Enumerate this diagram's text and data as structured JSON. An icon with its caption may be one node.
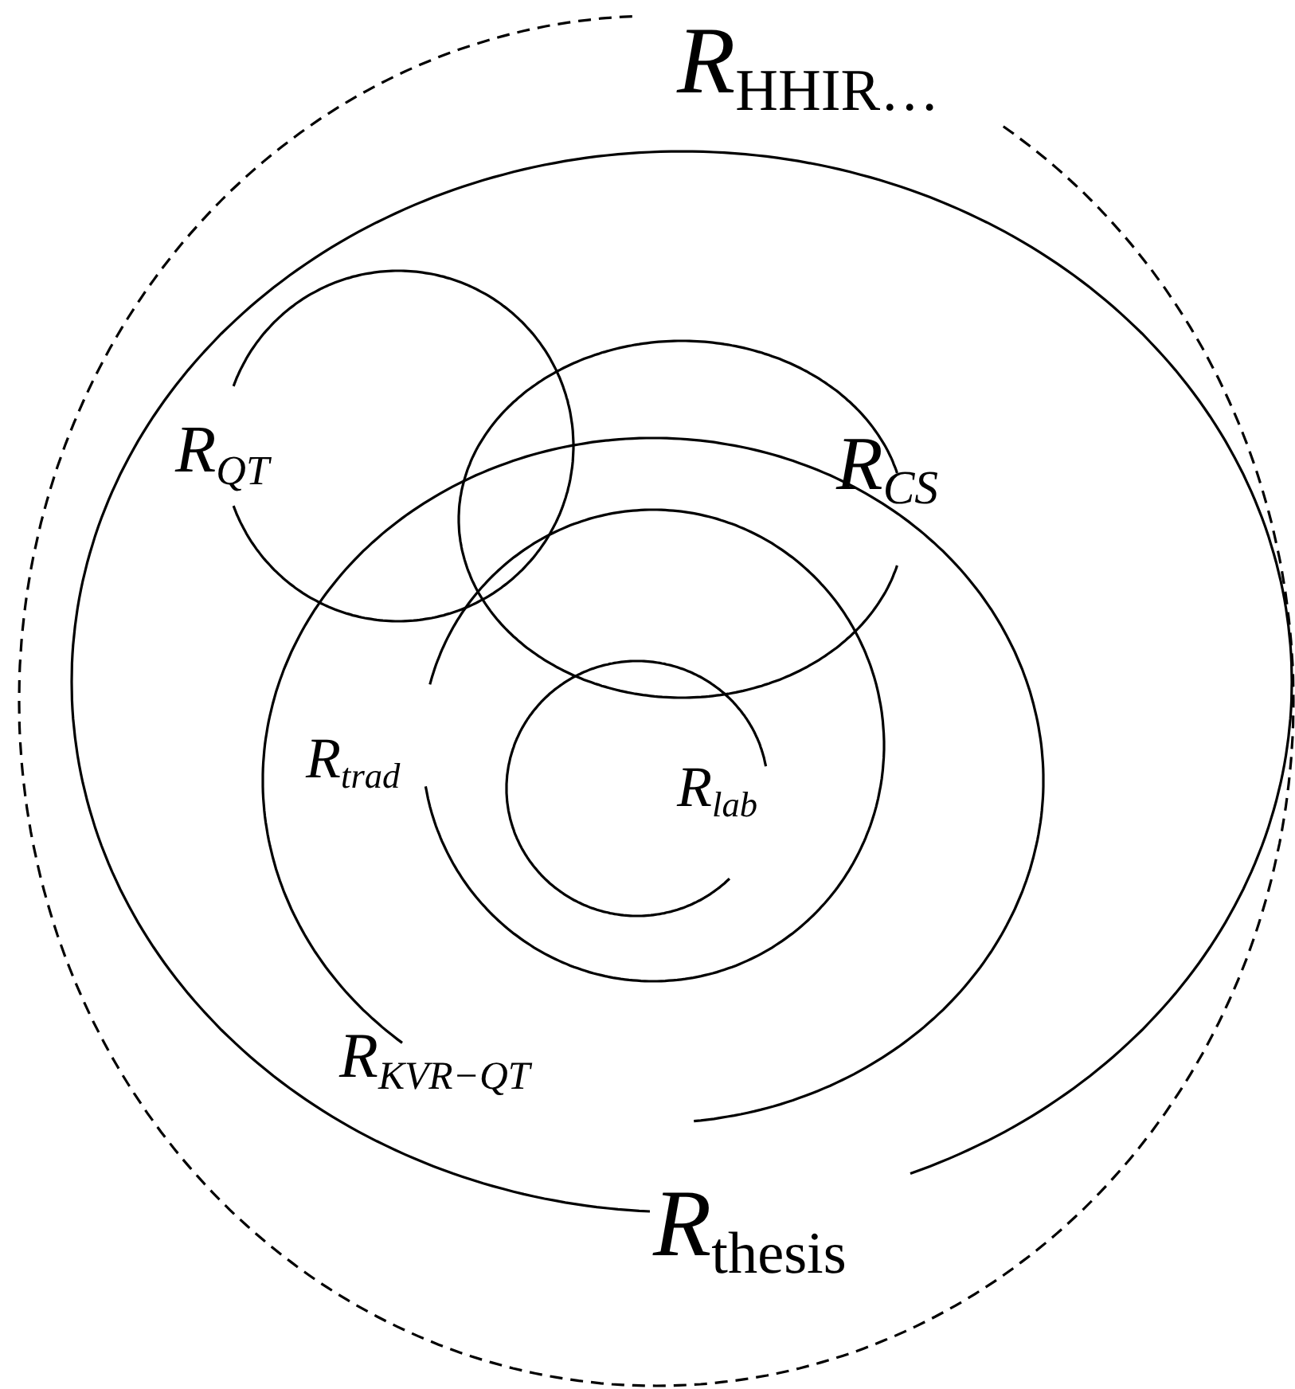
{
  "diagram": {
    "nodes": [
      {
        "text": [
          "R$_{HHIR…}$"
        ]
      },
      {
        "text": [
          "R$_{thesis}$"
        ],
        "in": 0
      },
      {
        "text": [
          "R$_{QT}$"
        ],
        "in": 1
      },
      {
        "text": [
          "R$_{CS}$"
        ],
        "in": 1
      },
      {
        "text": [
          "R$_{KVR−QT}$"
        ],
        "in": 1
      },
      {
        "text": [
          "R$_{trad}$"
        ],
        "in": 4
      },
      {
        "text": [
          "R$_{lab}$"
        ],
        "in": 5
      }
    ]
  }
}
